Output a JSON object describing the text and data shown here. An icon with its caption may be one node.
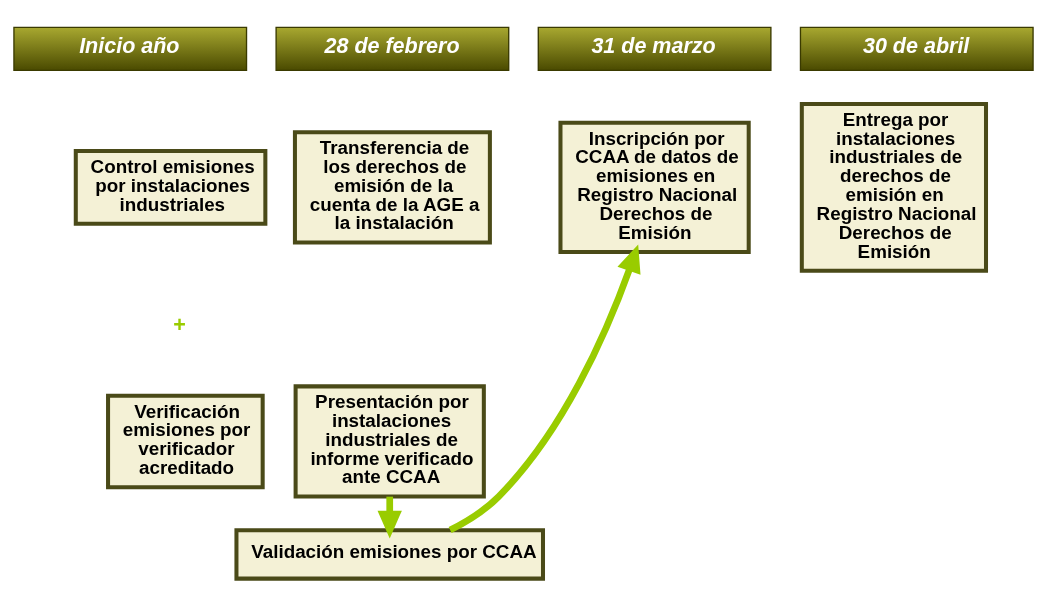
{
  "diagram": {
    "nodes": [
      {
        "text": [
          "Inicio año"
        ]
      },
      {
        "text": [
          "28 de febrero"
        ]
      },
      {
        "text": [
          "31 de marzo"
        ]
      },
      {
        "text": [
          "30 de abril"
        ]
      },
      {
        "text": [
          "Control emisiones por instalaciones industriales"
        ]
      },
      {
        "text": [
          "Verificación emisiones por verificador acreditado"
        ]
      },
      {
        "text": [
          "Transferencia de los derechos de emisión de la cuenta de la AGE a la instalación"
        ]
      },
      {
        "text": [
          "Presentación por instalaciones industriales de informe verificado ante CCAA"
        ]
      },
      {
        "text": [
          "Inscripción por CCAA de datos de emisiones en Registro Nacional Derechos de Emisión"
        ]
      },
      {
        "text": [
          "Entrega por instalaciones industriales de derechos de emisión en Registro Nacional Derechos de Emisión"
        ]
      },
      {
        "text": [
          "Validación emisiones por CCAA"
        ]
      }
    ],
    "edges": [
      {
        "from": 7,
        "to": 10,
        "arrow": "to"
      },
      {
        "from": 10,
        "to": 8,
        "arrow": "to"
      }
    ],
    "labels": [
      "+"
    ]
  }
}
